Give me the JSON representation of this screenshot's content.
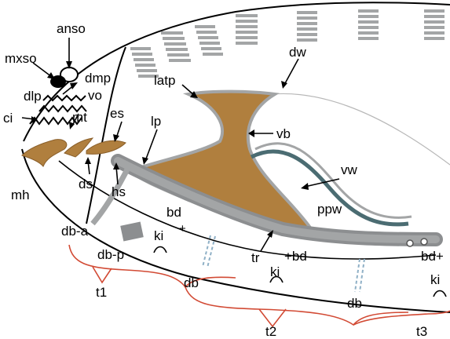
{
  "labels": {
    "anso": "anso",
    "mxso": "mxso",
    "dmp": "dmp",
    "dlp": "dlp",
    "vo": "vo",
    "ci": "ci",
    "mt": "mt",
    "es": "es",
    "lp": "lp",
    "latp": "latp",
    "dw": "dw",
    "vb": "vb",
    "vw": "vw",
    "ppw": "ppw",
    "mh": "mh",
    "ds": "ds",
    "hs": "hs",
    "bd": "bd",
    "plus": "+",
    "bd_plus": "+bd",
    "bd_plus_right": "bd+",
    "db_a": "db-a",
    "db_p": "db-p",
    "ki": "ki",
    "tr": "tr",
    "db": "db",
    "t1": "t1",
    "t2": "t2",
    "t3": "t3"
  },
  "colors": {
    "cartilage": "#b07f3e",
    "cartilage_edge": "#8a5f2a",
    "gray": "#a3a5a6",
    "dark_gray": "#6f7173",
    "teal": "#4b6c72",
    "red_brace": "#d24a34",
    "dashed_blue": "#8fb0c6"
  }
}
